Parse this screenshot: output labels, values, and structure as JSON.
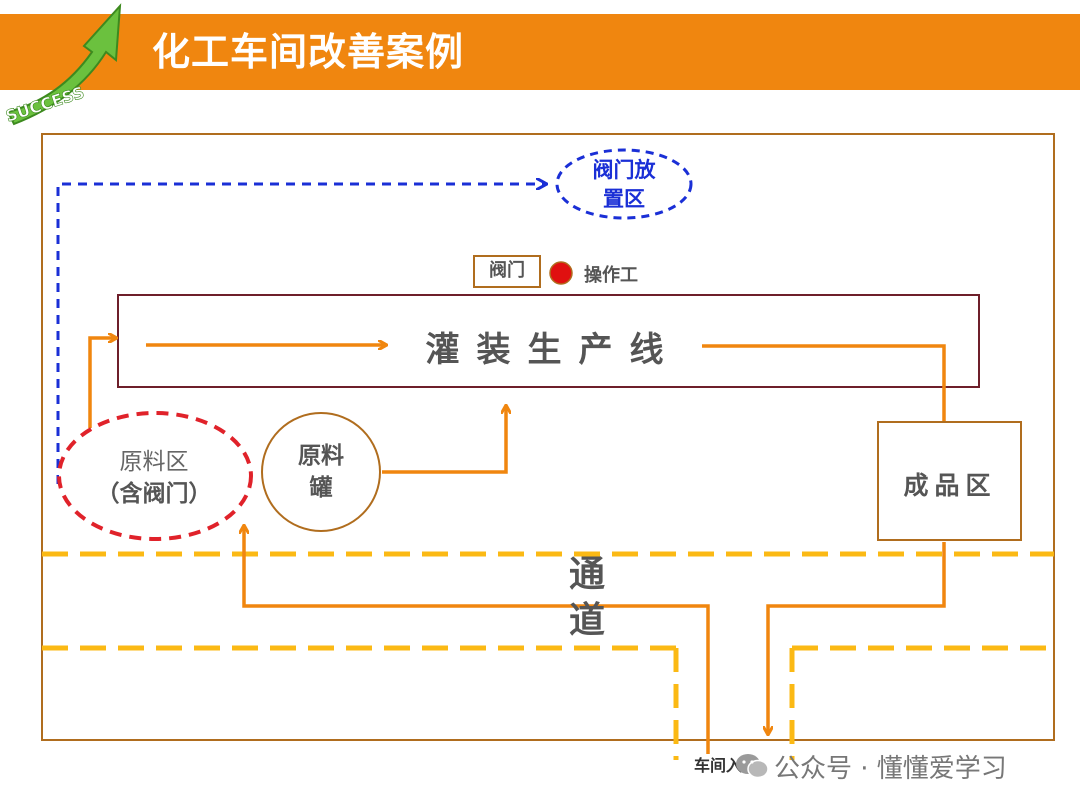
{
  "header": {
    "title": "化工车间改善案例",
    "logo_text": "SUCCESS",
    "logo_icon": "success-arrow-logo-icon"
  },
  "diagram": {
    "valve_zone": [
      "阀门放",
      "置区"
    ],
    "valve_box": "阀门",
    "operator": "操作工",
    "filling_line": "灌装生产线",
    "raw_material_area": [
      "原料区",
      "（含阀门）"
    ],
    "raw_material_tank": [
      "原料",
      "罐"
    ],
    "finished_goods_area": "成品区",
    "aisle": [
      "通",
      "道"
    ],
    "workshop_entrance": "车间入口"
  },
  "watermark": {
    "text": "公众号 · 懂懂爱学习",
    "icon": "wechat-icon"
  },
  "colors": {
    "header": "#f0860f",
    "flow_arrow": "#f0860f",
    "valve_path": "#1a2fd6",
    "raw_area_outline": "#e0222a",
    "aisle_dash": "#fbb914",
    "frame": "#b06d1e",
    "line_border": "#6e1f2a",
    "operator_dot": "#e01010"
  }
}
